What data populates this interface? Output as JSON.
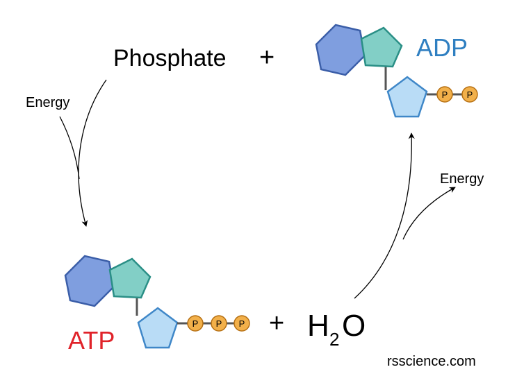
{
  "labels": {
    "phosphate": "Phosphate",
    "plus_top": "+",
    "adp": "ADP",
    "energy_left": "Energy",
    "energy_right": "Energy",
    "atp": "ATP",
    "plus_bottom": "+",
    "water_h": "H",
    "water_sub": "2",
    "water_o": "O",
    "watermark": "rsscience.com"
  },
  "phosphate_symbol": "P",
  "colors": {
    "hexagon_fill": "#7f9edf",
    "hexagon_stroke": "#3b5ea8",
    "small_pentagon_fill": "#82cfc6",
    "small_pentagon_stroke": "#2a8f86",
    "ribose_fill": "#b9dcf6",
    "ribose_stroke": "#3f87c8",
    "phosphate_fill": "#f2b04a",
    "phosphate_stroke": "#b56f12",
    "adp_label": "#2f7fc1",
    "atp_label": "#e0232a",
    "text": "#000000"
  }
}
